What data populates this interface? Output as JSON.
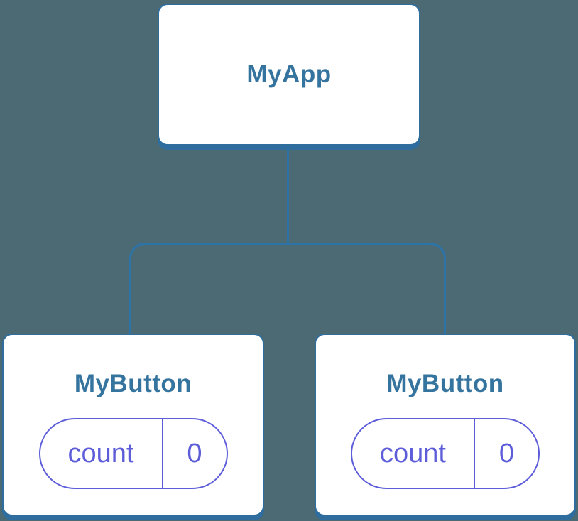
{
  "diagram": {
    "type": "component-tree",
    "background_color": "#4c6a74",
    "card_border_color": "#2e6d9e",
    "connector_color": "#2e73a7",
    "title_color": "#35749e",
    "state_color": "#5d5dda",
    "root": {
      "label": "MyApp"
    },
    "children": [
      {
        "label": "MyButton",
        "state": {
          "key": "count",
          "value": "0"
        }
      },
      {
        "label": "MyButton",
        "state": {
          "key": "count",
          "value": "0"
        }
      }
    ]
  }
}
